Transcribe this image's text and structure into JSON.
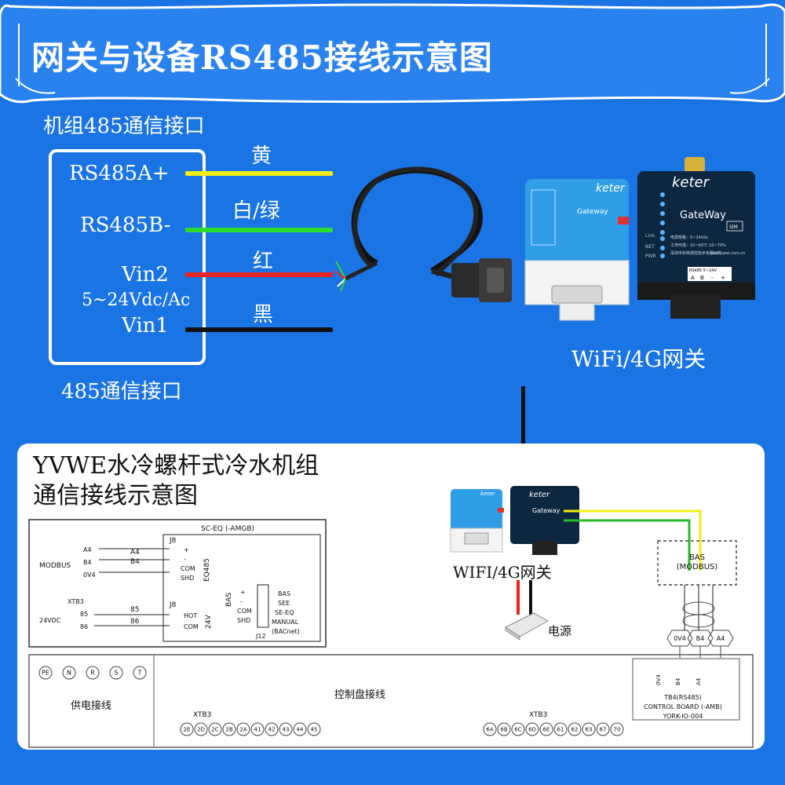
{
  "title": "网关与设备RS485接线示意图",
  "upper": {
    "unit_interface_label": "机组485通信接口",
    "bottom_interface_label": "485通信接口",
    "pins": {
      "a_plus": "RS485A+",
      "b_minus": "RS485B-",
      "vin2": "Vin2",
      "voltage": "5~24Vdc/Ac",
      "vin1": "Vin1"
    },
    "wires": {
      "yellow": "黄",
      "white_green": "白/绿",
      "red": "红",
      "black": "黑"
    },
    "gateway_caption": "WiFi/4G网关",
    "device_brand": "keter",
    "device_model": "Gateway",
    "device_model_2": "GateWay",
    "led_labels": [
      "Link",
      "NET",
      "PWR"
    ],
    "spec_lines": [
      "电源规格：5~24Vdc",
      "工作环境：10~60℃ 10~70%",
      "深圳市科特測控技术有限公司"
    ],
    "website": "www.carel.com.cn",
    "sim_label": "SIM",
    "terminal_header": "RS485  5~24V",
    "terminal_cells": [
      "A",
      "B",
      "-",
      "+"
    ]
  },
  "lower": {
    "title_line1": "YVWE水冷螺杆式冷水机组",
    "title_line2": "通信接线示意图",
    "gateway_caption": "WIFI/4G网关",
    "power_label": "电源",
    "schematic": {
      "board": "SC-EQ (-AMGB)",
      "modbus": "MODBUS",
      "a4": "A4",
      "b4": "B4",
      "modbus_terms": [
        "A4",
        "B4",
        "0V4"
      ],
      "j8": "J8",
      "eq485_pins": [
        "+",
        "-",
        "COM",
        "SHD"
      ],
      "eq485": "EQ485",
      "xtb3": "XTB3",
      "v24dc": "24VDC",
      "wire85": "85",
      "wire86": "86",
      "power_terms": [
        "85",
        "86"
      ],
      "power_pins": [
        "HOT",
        "COM"
      ],
      "v24": "24V",
      "bas_vert": "BAS",
      "bas_pins": [
        "+",
        "-",
        "COM",
        "SHD"
      ],
      "j12": "J12",
      "bas_options": [
        "BAS",
        "SEE",
        "SE-EQ",
        "MANUAL",
        "(BACnet)"
      ]
    },
    "bas_box": [
      "BAS",
      "(MODBUS)"
    ],
    "tb4_terms": [
      "0V4",
      "B4",
      "A4"
    ],
    "tb4_label": "TB4(RS485)",
    "control_board": "CONTROL BOARD (-AMB)",
    "york": "YORK-IO-004",
    "power_terminals": [
      "PE",
      "N",
      "R",
      "S",
      "T"
    ],
    "power_wiring": "供电接线",
    "control_wiring": "控制盘接线",
    "xtb3_left": "XTB3",
    "xtb3_right": "XTB3",
    "left_terms": [
      "2E",
      "2D",
      "2C",
      "2B",
      "2A",
      "41",
      "42",
      "43",
      "44",
      "45"
    ],
    "right_terms": [
      "6A",
      "6B",
      "6C",
      "6D",
      "6E",
      "61",
      "62",
      "63",
      "67",
      "70"
    ]
  },
  "colors": {
    "background": "#1b74e4",
    "yellow_wire": "#f2ee12",
    "green_wire": "#2ddc2d",
    "red_wire": "#e8241c",
    "black_wire": "#111111",
    "device_blue": "#2f9ee6",
    "device_dark": "#0d2740"
  }
}
